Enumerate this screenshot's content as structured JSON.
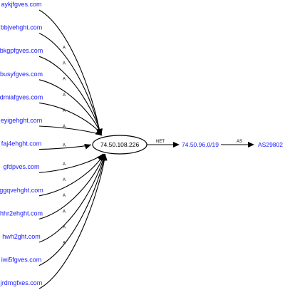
{
  "graph": {
    "domains": [
      "aykjfgves.com",
      "bbjvehght.com",
      "bkgpfgves.com",
      "busyfgves.com",
      "dmiafgves.com",
      "eyigehght.com",
      "faj4ehght.com",
      "gfdpves.com",
      "ggqvehght.com",
      "hhr2ehght.com",
      "hwh2ght.com",
      "iwi5fgves.com",
      "jrdmgfxes.com"
    ],
    "domain_edge_label": "A",
    "ip": "74.50.108.226",
    "net_edge_label": "NET",
    "net": "74.50.96.0/19",
    "as_edge_label": "AS",
    "as": "AS29802"
  }
}
